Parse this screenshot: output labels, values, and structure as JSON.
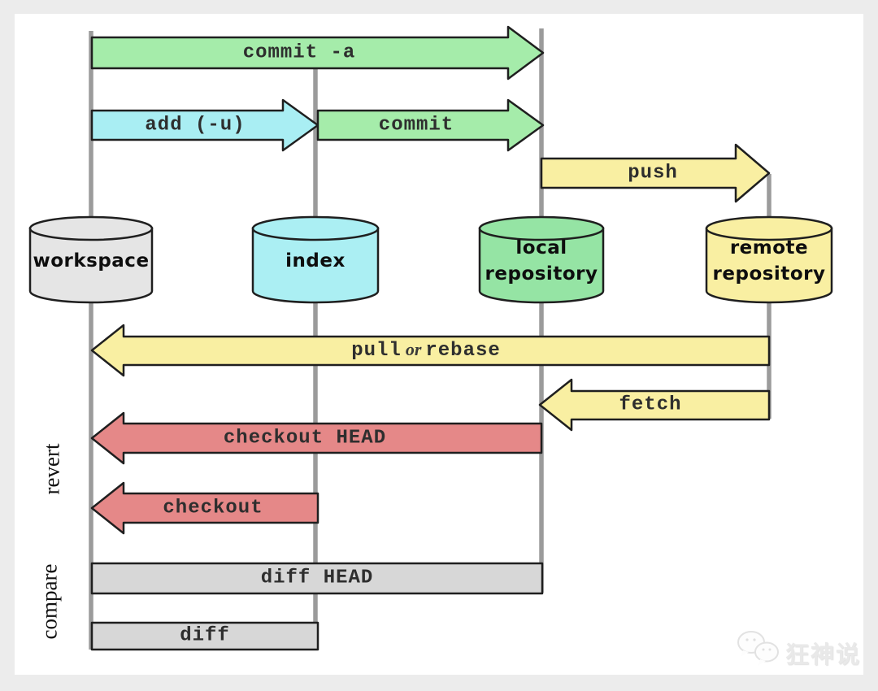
{
  "lanes": {
    "workspace": {
      "label": "workspace"
    },
    "index": {
      "label": "index"
    },
    "local": {
      "line1": "local",
      "line2": "repository"
    },
    "remote": {
      "line1": "remote",
      "line2": "repository"
    }
  },
  "arrows": {
    "commit_a": "commit -a",
    "add_u": "add (-u)",
    "commit": "commit",
    "push": "push",
    "pull": "pull",
    "pull_or": "or",
    "rebase": "rebase",
    "fetch": "fetch",
    "checkout_head": "checkout HEAD",
    "checkout": "checkout",
    "diff_head": "diff HEAD",
    "diff": "diff"
  },
  "side_labels": {
    "revert": "revert",
    "compare": "compare"
  },
  "watermark": {
    "text": "狂神说"
  },
  "colors": {
    "arrow_green": "#a5ecaa",
    "arrow_cyan": "#a9eef3",
    "arrow_yellow": "#f9efa2",
    "arrow_red": "#e58888",
    "bar_gray": "#d7d7d7",
    "cyl_gray": "#e5e5e5",
    "cyl_cyan": "#abeff3",
    "cyl_green": "#95e4a4",
    "cyl_yellow": "#f9efa2",
    "lane_line": "#9b9b9b",
    "outline": "#1f1f1f"
  }
}
